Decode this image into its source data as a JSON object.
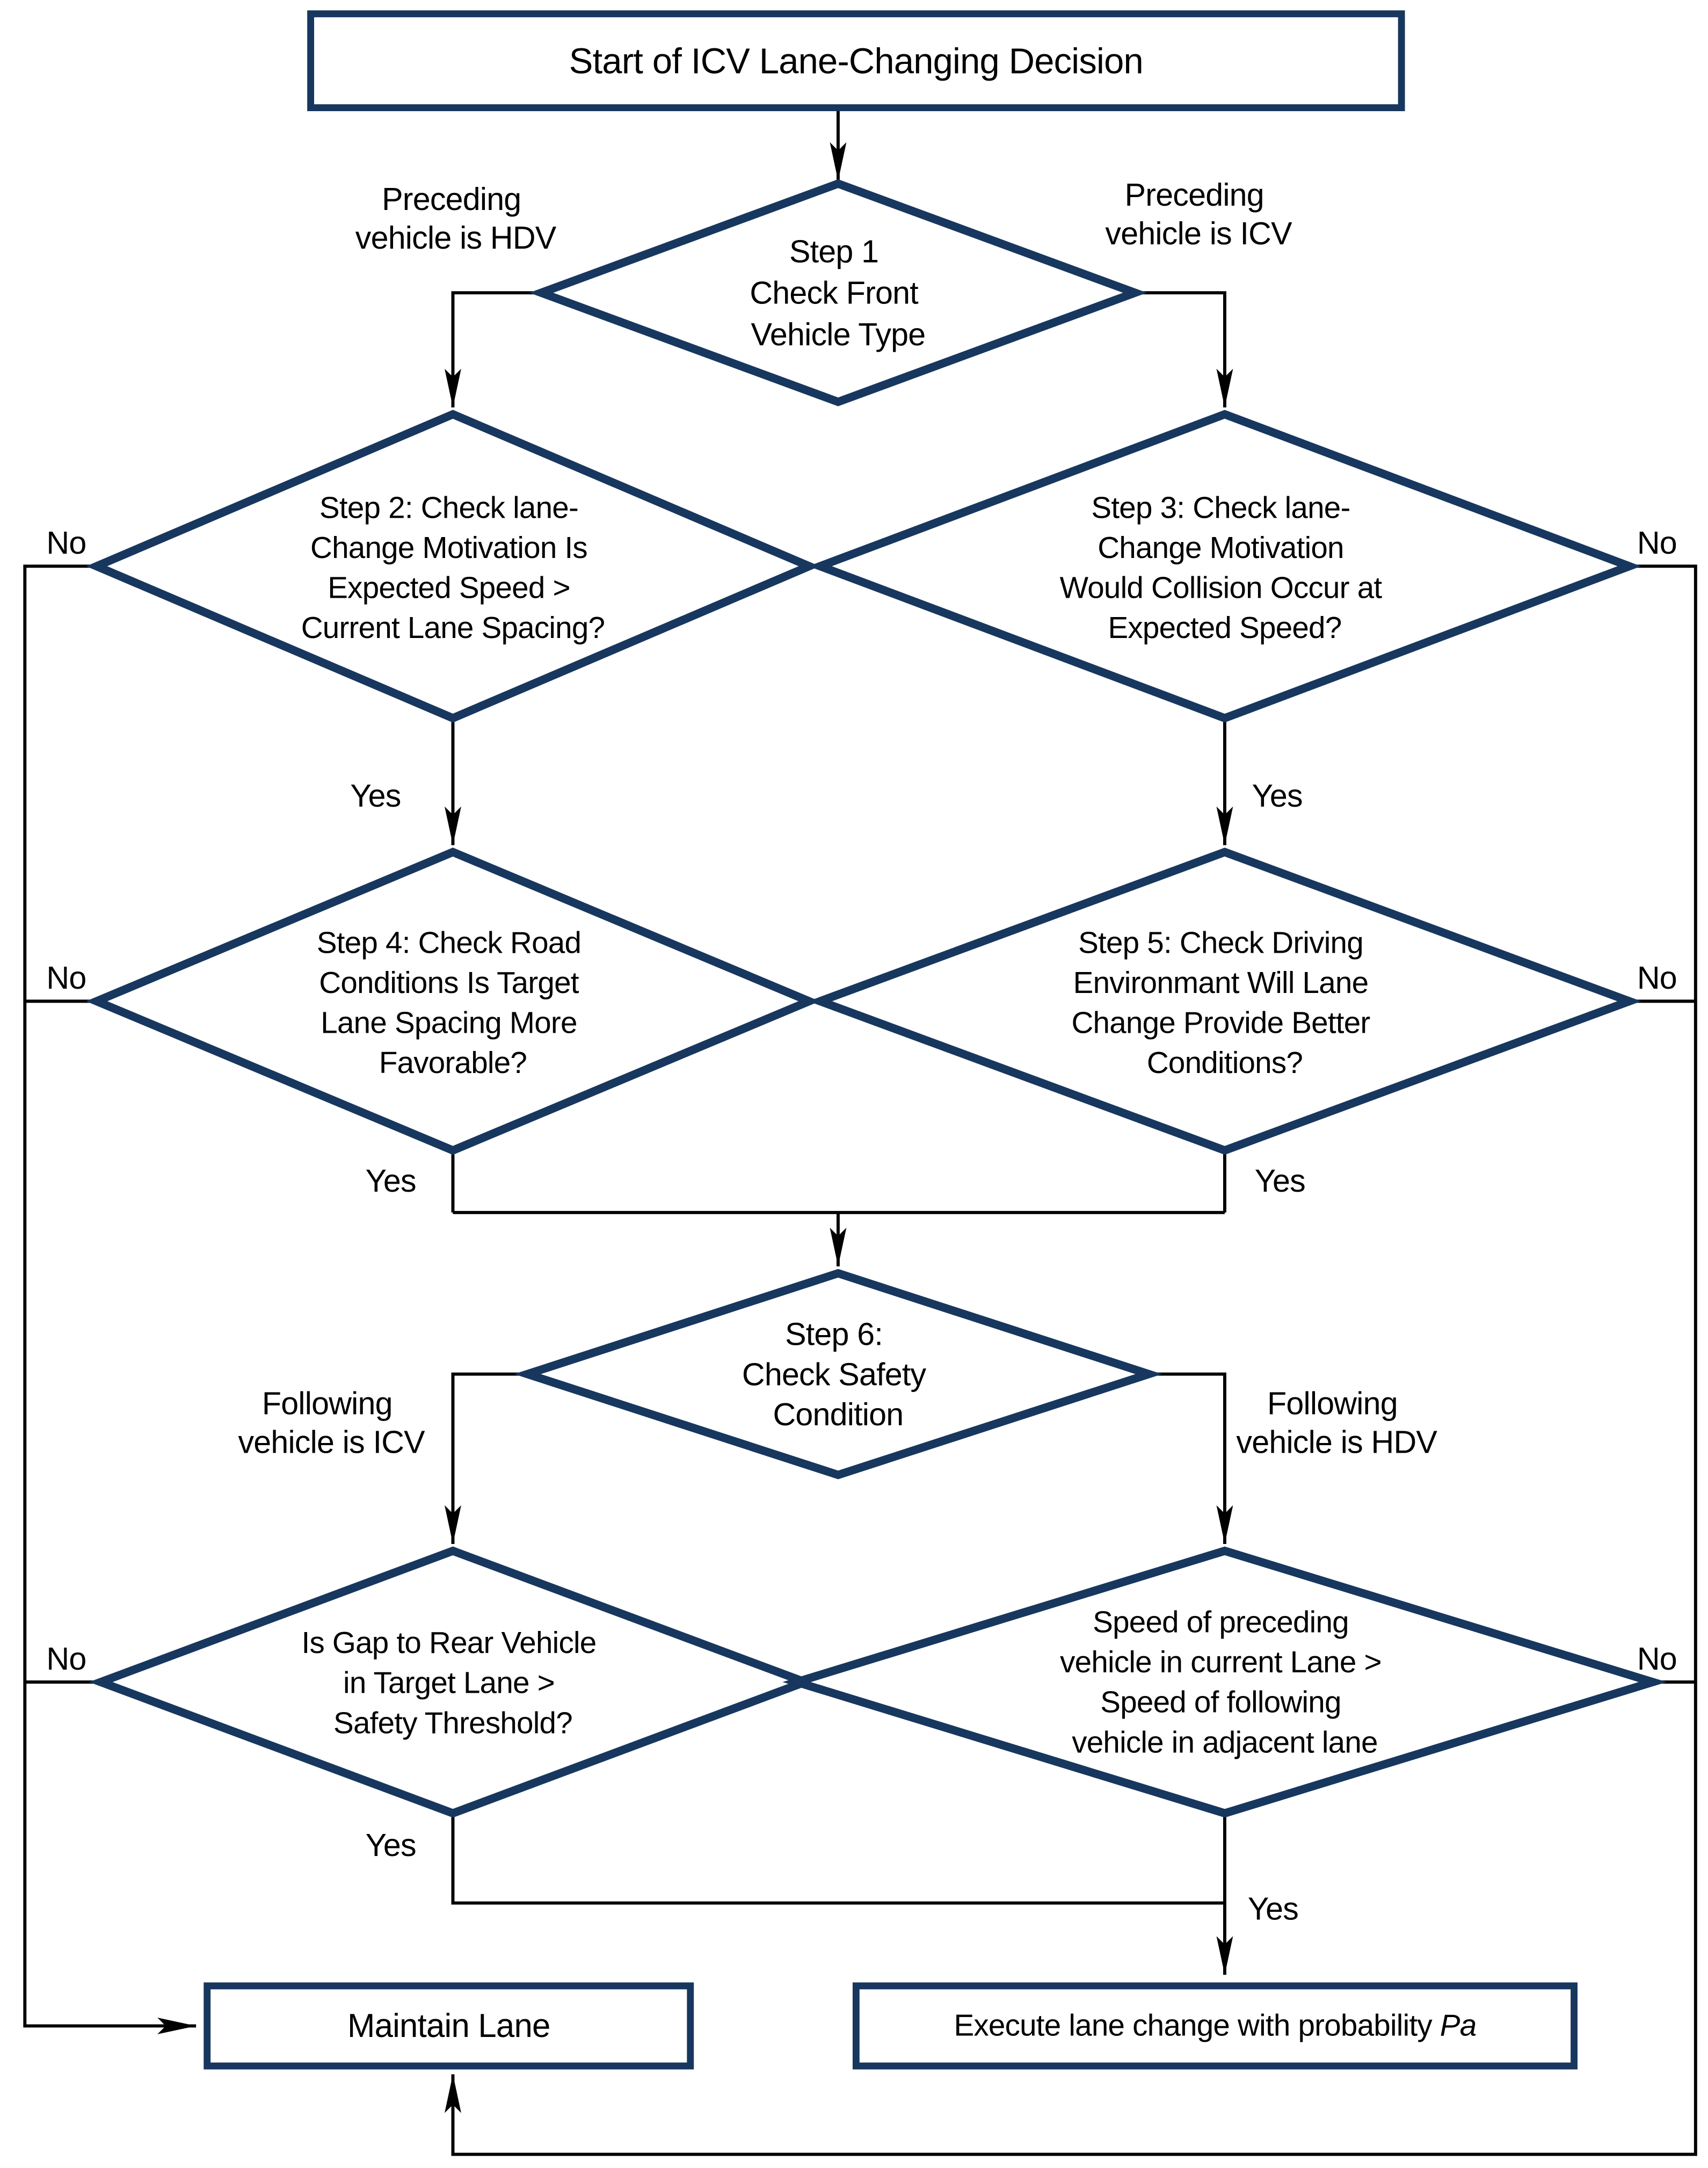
{
  "diagram": {
    "colors": {
      "shape_border": "#17375e",
      "connector": "#000000",
      "text_color": "#000000",
      "background": "#ffffff"
    },
    "nodes": {
      "start": {
        "label": "Start of ICV Lane-Changing Decision"
      },
      "step1": {
        "lines": [
          "Step 1",
          "Check Front",
          "Vehicle Type"
        ]
      },
      "step2": {
        "lines": [
          "Step 2: Check lane-",
          "Change Motivation Is",
          "Expected Speed >",
          "Current Lane Spacing?"
        ]
      },
      "step3": {
        "lines": [
          "Step 3: Check lane-",
          "Change Motivation",
          "Would Collision Occur at",
          "Expected Speed?"
        ]
      },
      "step4": {
        "lines": [
          "Step 4: Check Road",
          "Conditions Is Target",
          "Lane Spacing More",
          "Favorable?"
        ]
      },
      "step5": {
        "lines": [
          "Step 5: Check Driving",
          "Environmant Will Lane",
          "Change Provide Better",
          "Conditions?"
        ]
      },
      "step6": {
        "lines": [
          "Step 6:",
          "Check Safety",
          "Condition"
        ]
      },
      "gap_check": {
        "lines": [
          "Is Gap to Rear Vehicle",
          "in Target Lane >",
          "Safety Threshold?"
        ]
      },
      "speed_check": {
        "lines": [
          "Speed of preceding",
          "vehicle in current Lane >",
          "Speed of following",
          "vehicle in adjacent lane"
        ]
      },
      "maintain": {
        "label": "Maintain Lane"
      },
      "execute": {
        "label_prefix": "Execute lane change with probability ",
        "label_italic": "Pa"
      }
    },
    "labels": {
      "preceding_hdv": {
        "line1": "Preceding",
        "line2": "vehicle is HDV"
      },
      "preceding_icv": {
        "line1": "Preceding",
        "line2": "vehicle is ICV"
      },
      "following_icv": {
        "line1": "Following",
        "line2": "vehicle is ICV"
      },
      "following_hdv": {
        "line1": "Following",
        "line2": "vehicle is HDV"
      },
      "yes": "Yes",
      "no": "No"
    }
  }
}
